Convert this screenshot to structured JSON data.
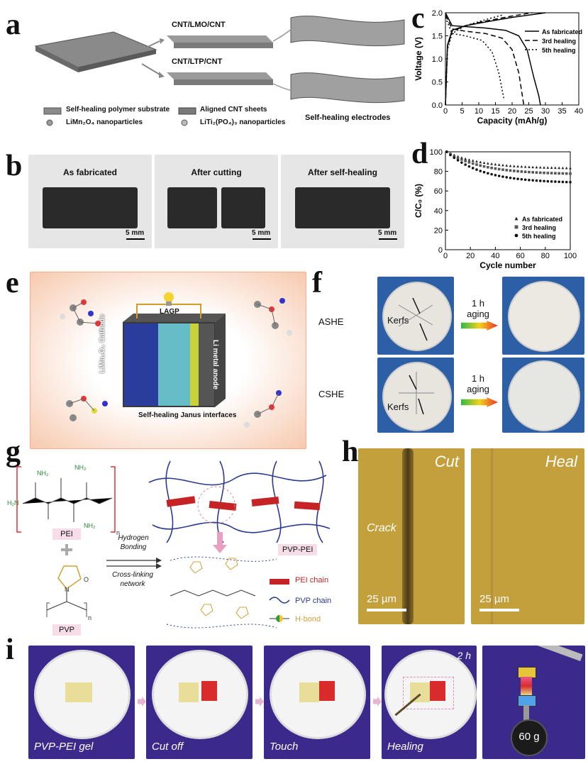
{
  "panels": {
    "a": "a",
    "b": "b",
    "c": "c",
    "d": "d",
    "e": "e",
    "f": "f",
    "g": "g",
    "h": "h",
    "i": "i"
  },
  "a": {
    "lmo_label": "CNT/LMO/CNT",
    "ltp_label": "CNT/LTP/CNT",
    "legend": {
      "substrate": "Self-healing polymer substrate",
      "cnt": "Aligned CNT sheets",
      "lmo": "LiMn₂O₄ nanoparticles",
      "ltp": "LiTi₂(PO₄)₃ nanoparticles"
    },
    "electrodes_label": "Self-healing electrodes"
  },
  "b": {
    "titles": [
      "As fabricated",
      "After cutting",
      "After self-healing"
    ],
    "scale": "5 mm"
  },
  "chart_c": {
    "type": "line",
    "xlabel": "Capacity (mAh/g)",
    "ylabel": "Voltage (V)",
    "xlim": [
      0,
      40
    ],
    "ylim": [
      0,
      2.0
    ],
    "xticks": [
      0,
      5,
      10,
      15,
      20,
      25,
      30,
      35,
      40
    ],
    "yticks": [
      0.0,
      0.5,
      1.0,
      1.5,
      2.0
    ],
    "legend_position": "top-right",
    "series": [
      {
        "name": "As fabricated",
        "style": "solid",
        "discharge": [
          [
            0,
            2.0
          ],
          [
            2,
            1.72
          ],
          [
            6,
            1.7
          ],
          [
            12,
            1.67
          ],
          [
            18,
            1.62
          ],
          [
            22,
            1.5
          ],
          [
            24.5,
            1.2
          ],
          [
            26.5,
            0.6
          ],
          [
            28,
            0.2
          ],
          [
            28.5,
            0.0
          ]
        ],
        "charge": [
          [
            0,
            0.0
          ],
          [
            0.6,
            1.3
          ],
          [
            2,
            1.62
          ],
          [
            6,
            1.72
          ],
          [
            12,
            1.8
          ],
          [
            20,
            1.9
          ],
          [
            30,
            2.0
          ]
        ]
      },
      {
        "name": "3rd healing",
        "style": "dashed",
        "discharge": [
          [
            0,
            1.95
          ],
          [
            2,
            1.65
          ],
          [
            6,
            1.6
          ],
          [
            12,
            1.55
          ],
          [
            17,
            1.45
          ],
          [
            20,
            1.2
          ],
          [
            22,
            0.7
          ],
          [
            23.5,
            0.0
          ]
        ],
        "charge": [
          [
            0,
            0.0
          ],
          [
            0.6,
            1.25
          ],
          [
            2,
            1.6
          ],
          [
            6,
            1.72
          ],
          [
            12,
            1.82
          ],
          [
            20,
            1.93
          ],
          [
            26,
            2.0
          ]
        ]
      },
      {
        "name": "5th healing",
        "style": "dotted",
        "discharge": [
          [
            0,
            1.9
          ],
          [
            2,
            1.55
          ],
          [
            6,
            1.5
          ],
          [
            11,
            1.4
          ],
          [
            14,
            1.15
          ],
          [
            16,
            0.7
          ],
          [
            17.5,
            0.15
          ]
        ],
        "charge": [
          [
            0,
            0.0
          ],
          [
            0.6,
            1.2
          ],
          [
            2,
            1.55
          ],
          [
            6,
            1.72
          ],
          [
            12,
            1.85
          ],
          [
            17,
            1.95
          ]
        ]
      }
    ]
  },
  "chart_d": {
    "type": "scatter",
    "xlabel": "Cycle number",
    "ylabel": "C/C₀ (%)",
    "xlim": [
      0,
      100
    ],
    "ylim": [
      0,
      100
    ],
    "xticks": [
      0,
      20,
      40,
      60,
      80,
      100
    ],
    "yticks": [
      0,
      20,
      40,
      60,
      80,
      100
    ],
    "legend_position": "bottom-right",
    "series": [
      {
        "name": "As fabricated",
        "marker": "triangle",
        "start": 100,
        "end": 83,
        "k": 0.035
      },
      {
        "name": "3rd healing",
        "marker": "square",
        "start": 100,
        "end": 77,
        "k": 0.035
      },
      {
        "name": "5th healing",
        "marker": "circle",
        "start": 100,
        "end": 68,
        "k": 0.035
      }
    ]
  },
  "e": {
    "lagp": "LAGP",
    "cathode": "LiMn₂O₄ Cathode",
    "anode": "Li metal anode",
    "interfaces": "Self-healing Janus interfaces"
  },
  "f": {
    "rows": [
      "ASHE",
      "CSHE"
    ],
    "kerfs": "Kerfs",
    "aging": "1 h\naging"
  },
  "g": {
    "pei": "PEI",
    "pvp": "PVP",
    "plus": "+",
    "arrow_top": "Hydrogen\nBonding",
    "arrow_bottom": "Cross-linking\nnetwork",
    "pvp_pei": "PVP-PEI",
    "legend": {
      "pei_chain": "PEI chain",
      "pvp_chain": "PVP chain",
      "hbond": "H-bond"
    }
  },
  "h": {
    "cut": "Cut",
    "heal": "Heal",
    "crack": "Crack",
    "scale": "25 µm"
  },
  "i": {
    "captions": [
      "PVP-PEI gel",
      "Cut off",
      "Touch",
      "Healing"
    ],
    "time": "2 h",
    "weight": "60 g"
  },
  "colors": {
    "photo_bg": "#eeeeee",
    "purple": "#3b2a8c",
    "gold": "#c9a63a",
    "red": "#d92b2b",
    "blue": "#3a4aa8",
    "green": "#2e8b3a"
  }
}
